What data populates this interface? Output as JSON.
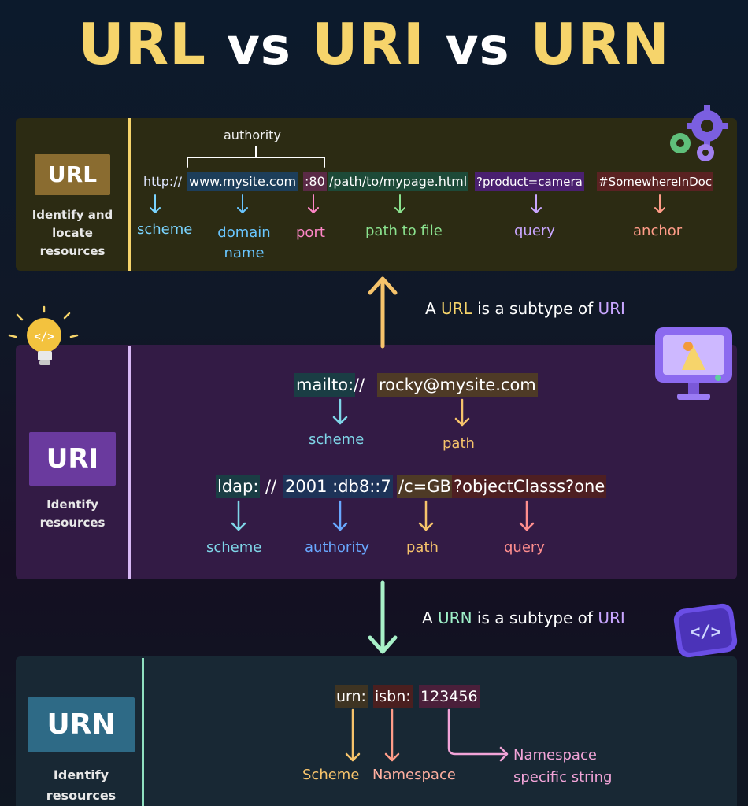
{
  "title": {
    "part1": "URL",
    "vs1": "vs",
    "part2": "URI",
    "vs2": "vs",
    "part3": "URN"
  },
  "url": {
    "badge": "URL",
    "description": "Identify and locate resources",
    "authority_label": "authority",
    "segments": [
      "http://",
      "www.mysite.com",
      ":80",
      "/path/to/mypage.html",
      "?product=camera",
      "#SomewhereInDoc"
    ],
    "labels": {
      "scheme": "scheme",
      "domain": "domain name",
      "port": "port",
      "path": "path to file",
      "query": "query",
      "anchor": "anchor"
    }
  },
  "url_note": {
    "pre": "A ",
    "a": "URL",
    "mid": " is a subtype of ",
    "b": "URI"
  },
  "uri": {
    "badge": "URI",
    "description": "Identify resources",
    "example1": {
      "scheme": "mailto:",
      "sep": "//",
      "path": "rocky@mysite.com",
      "labels": {
        "scheme": "scheme",
        "path": "path"
      }
    },
    "example2": {
      "scheme": "ldap:",
      "sep": "//",
      "authority": "2001 :db8::7",
      "path": "/c=GB",
      "query": "?objectClasss?one",
      "labels": {
        "scheme": "scheme",
        "authority": "authority",
        "path": "path",
        "query": "query"
      }
    }
  },
  "urn_note": {
    "pre": "A ",
    "a": "URN",
    "mid": " is a subtype of ",
    "b": "URI"
  },
  "urn": {
    "badge": "URN",
    "description": "Identify resources",
    "segments": [
      "urn:",
      "isbn:",
      "123456"
    ],
    "labels": {
      "scheme": "Scheme",
      "namespace": "Namespace",
      "nss": "Namespace specific string"
    }
  },
  "colors": {
    "yellow": "#f6d46b",
    "blue": "#69c6ff",
    "pink": "#ff87c8",
    "green": "#8be38f",
    "purple": "#c9a6ff",
    "salmon": "#ff9c88"
  },
  "icons": [
    "gears-icon",
    "lightbulb-icon",
    "monitor-icon",
    "code-icon"
  ]
}
